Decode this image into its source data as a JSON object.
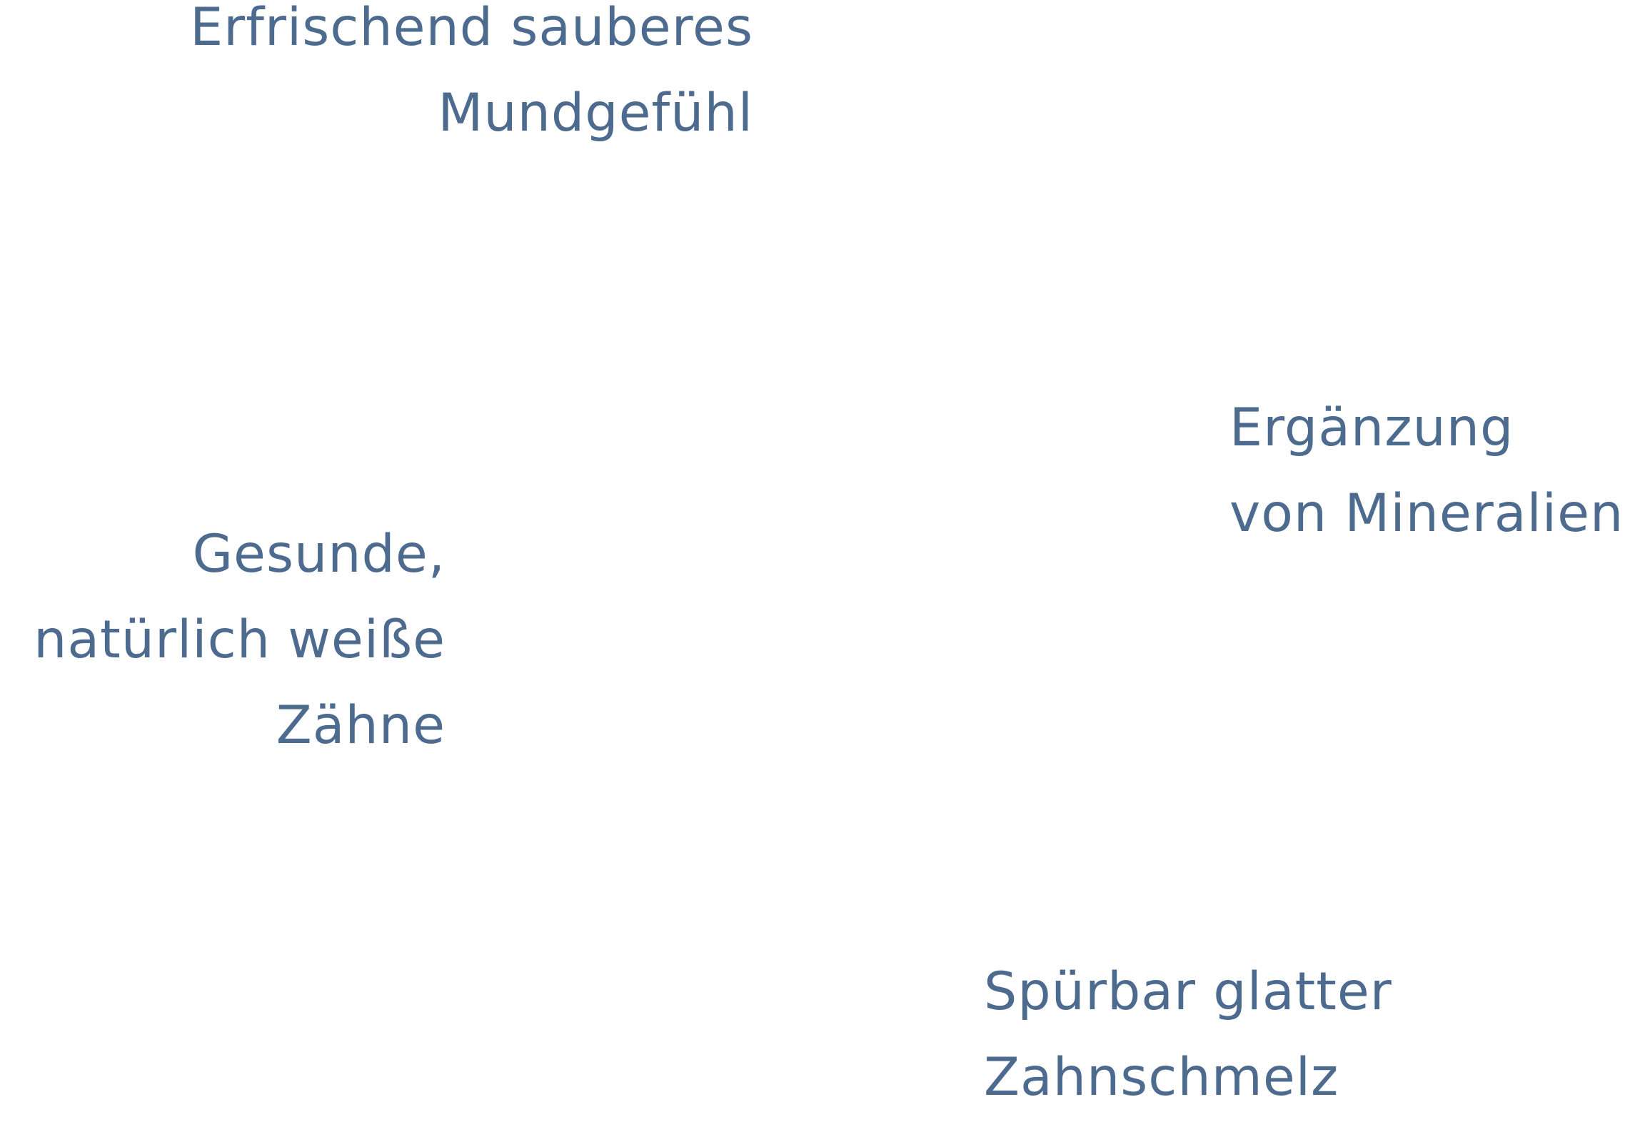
{
  "benefits": {
    "fresh": {
      "line1": "Erfrischend sauberes",
      "line2": "Mundgefühl"
    },
    "minerals": {
      "line1": "Ergänzung",
      "line2": "von Mineralien"
    },
    "white": {
      "line1": "Gesunde,",
      "line2": "natürlich weiße",
      "line3": "Zähne"
    },
    "enamel": {
      "line1": "Spürbar glatter",
      "line2": "Zahnschmelz"
    }
  },
  "colors": {
    "text": "#4d6a8f",
    "background": "#ffffff"
  }
}
